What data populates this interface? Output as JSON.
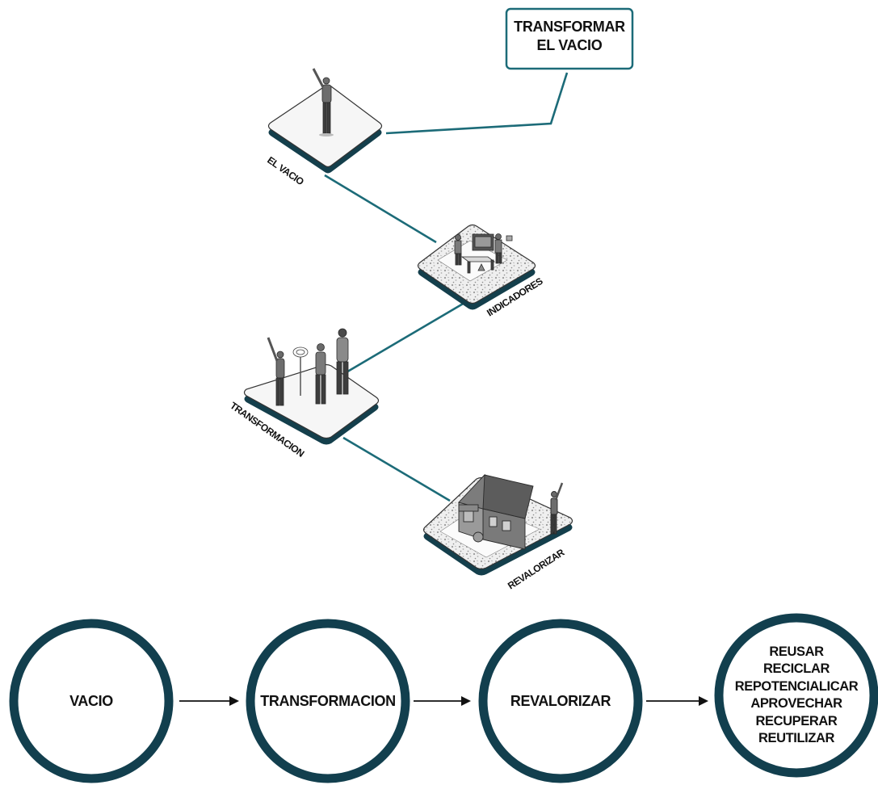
{
  "callout": {
    "lines": [
      "TRANSFORMAR",
      "EL VACIO"
    ]
  },
  "platforms": [
    {
      "id": "el-vacio",
      "label": "EL VACIO"
    },
    {
      "id": "indicadores",
      "label": "INDICADORES"
    },
    {
      "id": "transformacion",
      "label": "TRANSFORMACION"
    },
    {
      "id": "revalorizar",
      "label": "REVALORIZAR"
    }
  ],
  "flow": [
    {
      "id": "vacio",
      "lines": [
        "VACIO"
      ]
    },
    {
      "id": "transformacion",
      "lines": [
        "TRANSFORMACION"
      ]
    },
    {
      "id": "revalorizar",
      "lines": [
        "REVALORIZAR"
      ]
    },
    {
      "id": "acciones",
      "lines": [
        "REUSAR",
        "RECICLAR",
        "REPOTENCIALICAR",
        "APROVECHAR",
        "RECUPERAR",
        "REUTILIZAR"
      ]
    }
  ],
  "colors": {
    "connector": "#1c6b78",
    "platform_edge": "#143f4c",
    "circle_stroke": "#123f4e",
    "callout_border": "#1c6b78",
    "text": "#111111",
    "arrow": "#111111"
  }
}
